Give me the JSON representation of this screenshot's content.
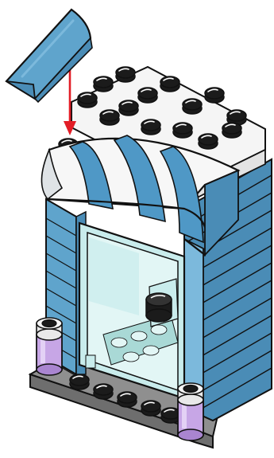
{
  "illustration": {
    "subject": "lego-shop-facade-build-step",
    "colors": {
      "outline": "#111111",
      "brick_blue": "#5fa4cc",
      "brick_blue_shade": "#4a8cb6",
      "brick_blue_light": "#7cb9dc",
      "stud_black": "#1b1b1b",
      "stud_highlight": "#ffffff",
      "awning_white": "#f7f7f7",
      "awning_blue": "#4f98c6",
      "glass": "#c9ecec",
      "glass_light": "#e2f6f5",
      "glass_plate": "#a9d9d6",
      "base_gray": "#8f8f8f",
      "base_gray_dark": "#6e6e6e",
      "lavender": "#c7a6e6",
      "lavender_dark": "#a985d0",
      "arrow_red": "#e21d26",
      "tile_white": "#f5f5f5"
    },
    "parts": [
      "curved-slope-piece",
      "placement-arrow",
      "top-plate-with-studs",
      "striped-awning",
      "blue-brick-wall",
      "glass-door-panel",
      "door-knob",
      "gray-base-plate",
      "lavender-lamp-left",
      "lavender-lamp-right"
    ]
  }
}
